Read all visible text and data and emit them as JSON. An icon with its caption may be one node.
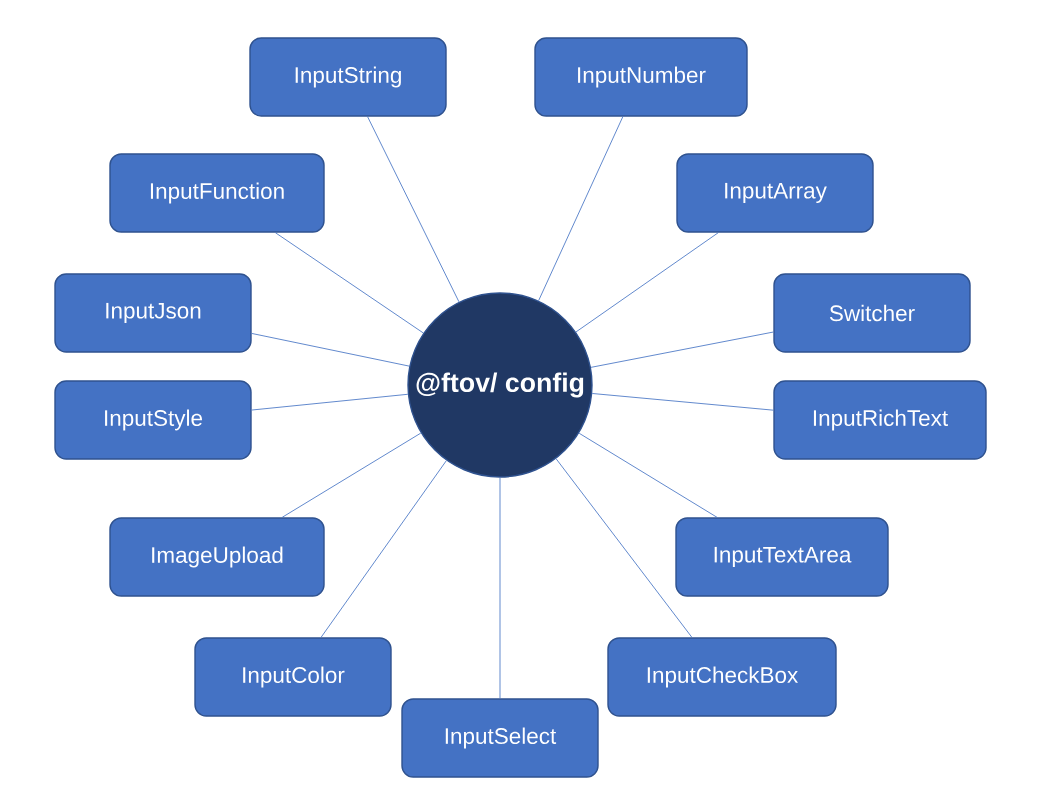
{
  "diagram": {
    "nodes": [
      {
        "text": [
          "@ftov/ config"
        ]
      },
      {
        "text": [
          "InputString"
        ]
      },
      {
        "text": [
          "InputNumber"
        ]
      },
      {
        "text": [
          "InputFunction"
        ]
      },
      {
        "text": [
          "InputArray"
        ]
      },
      {
        "text": [
          "InputJson"
        ]
      },
      {
        "text": [
          "Switcher"
        ]
      },
      {
        "text": [
          "InputStyle"
        ]
      },
      {
        "text": [
          "InputRichText"
        ]
      },
      {
        "text": [
          "ImageUpload"
        ]
      },
      {
        "text": [
          "InputTextArea"
        ]
      },
      {
        "text": [
          "InputColor"
        ]
      },
      {
        "text": [
          "InputCheckBox"
        ]
      },
      {
        "text": [
          "InputSelect"
        ]
      }
    ],
    "edges": [
      {
        "from": 0,
        "to": 1,
        "arrow": "none"
      },
      {
        "from": 0,
        "to": 2,
        "arrow": "none"
      },
      {
        "from": 0,
        "to": 3,
        "arrow": "none"
      },
      {
        "from": 0,
        "to": 4,
        "arrow": "none"
      },
      {
        "from": 0,
        "to": 5,
        "arrow": "none"
      },
      {
        "from": 0,
        "to": 6,
        "arrow": "none"
      },
      {
        "from": 0,
        "to": 7,
        "arrow": "none"
      },
      {
        "from": 0,
        "to": 8,
        "arrow": "none"
      },
      {
        "from": 0,
        "to": 9,
        "arrow": "none"
      },
      {
        "from": 0,
        "to": 10,
        "arrow": "none"
      },
      {
        "from": 0,
        "to": 11,
        "arrow": "none"
      },
      {
        "from": 0,
        "to": 12,
        "arrow": "none"
      },
      {
        "from": 0,
        "to": 13,
        "arrow": "none"
      }
    ]
  }
}
